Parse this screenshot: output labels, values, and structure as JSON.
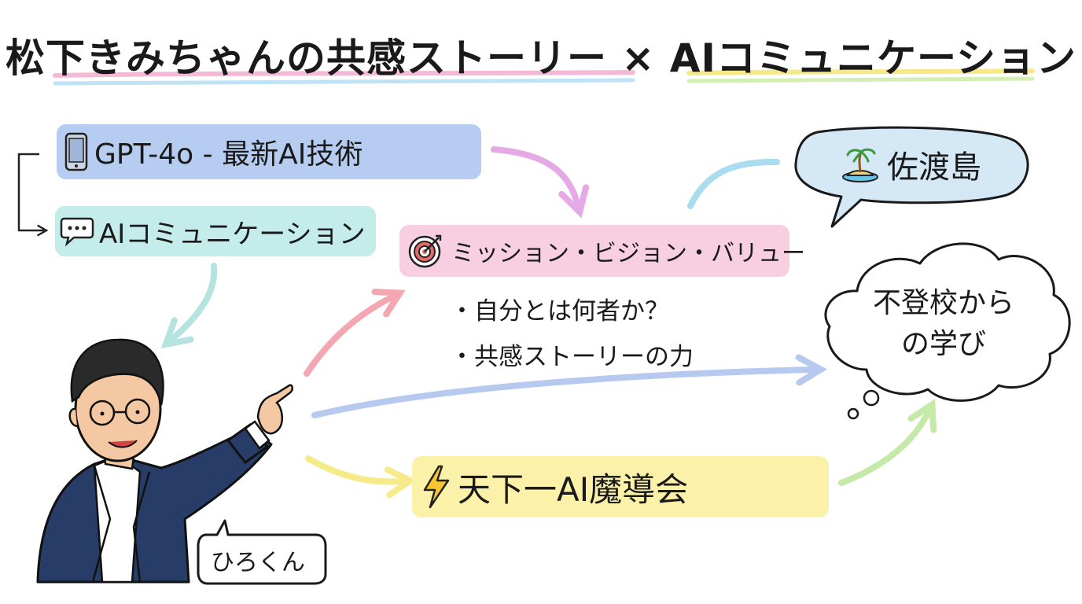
{
  "title": {
    "text": "松下きみちゃんの共感ストーリー × AIコミュニケーション"
  },
  "nodes": {
    "gpt": {
      "label": "GPT-4o - 最新AI技術",
      "icon": "smartphone-icon",
      "color": "#b6ccf0"
    },
    "ai_comm": {
      "label": "AIコミュニケーション",
      "icon": "speech-bubble-icon",
      "color": "#c4ecea"
    },
    "mission": {
      "label": "ミッション・ビジョン・バリュー",
      "icon": "target-icon",
      "color": "#f7cfe0",
      "bullets": [
        "・自分とは何者か？",
        "・共感ストーリーの力"
      ]
    },
    "sado": {
      "label": "佐渡島",
      "icon": "island-icon",
      "color": "#d4e8f6"
    },
    "futoko": {
      "line1": "不登校から",
      "line2": "の学び"
    },
    "madokai": {
      "label": "天下一AI魔導会",
      "icon": "lightning-icon",
      "color": "#fbf1a8"
    }
  },
  "person": {
    "name_tag": "ひろくん",
    "icon": "man-in-suit-pointing-illustration"
  },
  "colors": {
    "pink_arrow": "#e5a9e6",
    "teal_arrow": "#b5e3e0",
    "red_arrow": "#f4a7b3",
    "blue_arrow": "#b8c9f0",
    "yellow_arrow": "#f6eb8a",
    "green_arrow": "#c5eaa8",
    "sky_line": "#a9dcf0"
  }
}
